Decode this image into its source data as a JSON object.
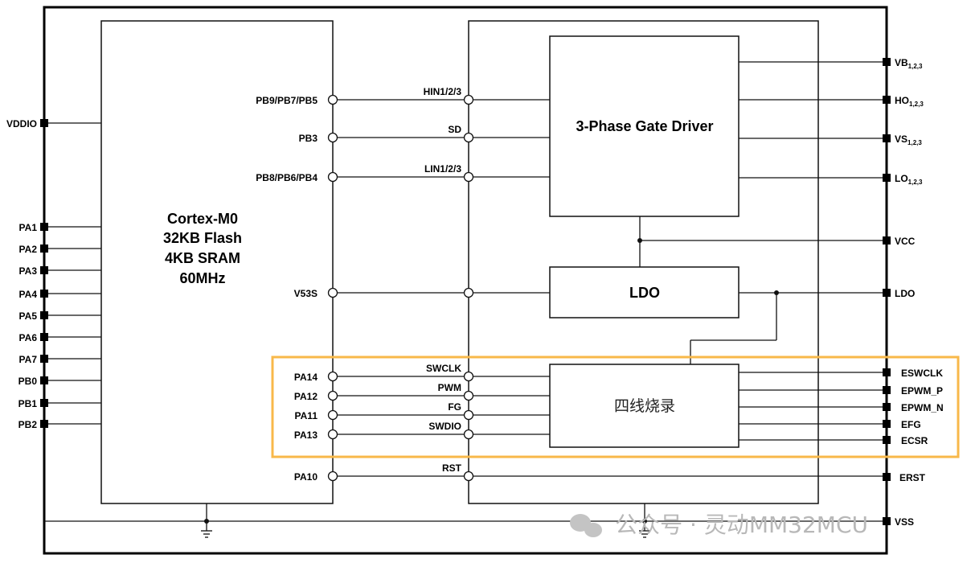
{
  "colors": {
    "highlight": "#F8B84A",
    "line": "#111111",
    "watermark": "#B8B8B8"
  },
  "mcu": {
    "lines": [
      "Cortex-M0",
      "32KB Flash",
      "4KB SRAM",
      "60MHz"
    ]
  },
  "blocks": {
    "gate_driver": "3-Phase Gate Driver",
    "ldo": "LDO",
    "programmer": "四线烧录"
  },
  "left_pins": [
    "VDDIO",
    "PA1",
    "PA2",
    "PA3",
    "PA4",
    "PA5",
    "PA6",
    "PA7",
    "PB0",
    "PB1",
    "PB2"
  ],
  "mcu_pins": [
    "PB9/PB7/PB5",
    "PB3",
    "PB8/PB6/PB4",
    "V53S",
    "PA14",
    "PA12",
    "PA11",
    "PA13",
    "PA10"
  ],
  "driver_inputs": [
    "HIN1/2/3",
    "SD",
    "LIN1/2/3",
    "",
    "SWCLK",
    "PWM",
    "FG",
    "SWDIO",
    "RST"
  ],
  "right_pins": [
    {
      "name": "VB",
      "sub": "1,2,3"
    },
    {
      "name": "HO",
      "sub": "1,2,3"
    },
    {
      "name": "VS",
      "sub": "1,2,3"
    },
    {
      "name": "LO",
      "sub": "1,2,3"
    },
    {
      "name": "VCC",
      "sub": ""
    },
    {
      "name": "LDO",
      "sub": ""
    },
    {
      "name": "ESWCLK",
      "sub": ""
    },
    {
      "name": "EPWM_P",
      "sub": ""
    },
    {
      "name": "EPWM_N",
      "sub": ""
    },
    {
      "name": "EFG",
      "sub": ""
    },
    {
      "name": "ECSR",
      "sub": ""
    },
    {
      "name": "ERST",
      "sub": ""
    },
    {
      "name": "VSS",
      "sub": ""
    }
  ],
  "watermark": "公众号 · 灵动MM32MCU"
}
